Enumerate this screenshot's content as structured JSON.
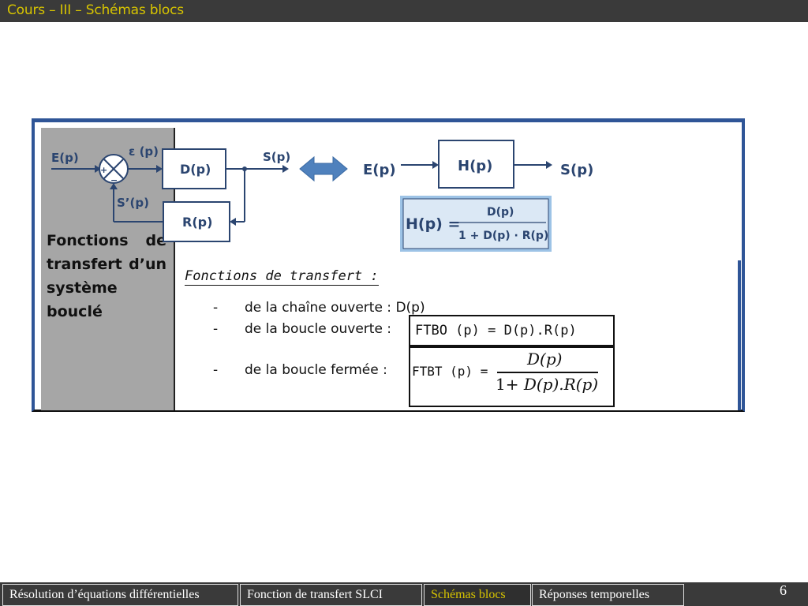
{
  "header": {
    "title": "Cours – III – Schémas blocs"
  },
  "panel": {
    "left_label": "Fonctions de transfert d’un système bouclé",
    "diagram": {
      "input": "E(p)",
      "error": "ε (p)",
      "forward_block": "D(p)",
      "output": "S(p)",
      "feedback_signal": "S’(p)",
      "feedback_block": "R(p)",
      "plus_sign": "+",
      "minus_sign": "−",
      "equiv_input": "E(p)",
      "equiv_block": "H(p)",
      "equiv_output": "S(p)",
      "h_lhs": "H(p) =",
      "h_num": "D(p)",
      "h_den": "1 + D(p) · R(p)"
    },
    "section_title": "Fonctions de transfert :",
    "items": [
      {
        "dash": "-",
        "text": "de la chaîne ouverte : D(p)"
      },
      {
        "dash": "-",
        "text": "de la boucle ouverte :"
      },
      {
        "dash": "-",
        "text": "de la boucle fermée :"
      }
    ],
    "ftbo": "FTBO (p) = D(p).R(p)",
    "ftbt_lhs": "FTBT (p) =",
    "ftbt_num": "D(p)",
    "ftbt_den_const": "1+",
    "ftbt_den_expr": "D(p).R(p)"
  },
  "nav": {
    "tabs": [
      {
        "label": "Résolution d’équations différentielles"
      },
      {
        "label": "Fonction de transfert SLCI"
      },
      {
        "label": "Schémas blocs"
      },
      {
        "label": "Réponses temporelles"
      }
    ],
    "page_number": "6"
  },
  "colors": {
    "header_bg": "#3a3a3a",
    "accent": "#d7c400",
    "frame": "#2f5597",
    "diagram_text": "#2b4570",
    "highlight_box": "#9dc3e6"
  }
}
